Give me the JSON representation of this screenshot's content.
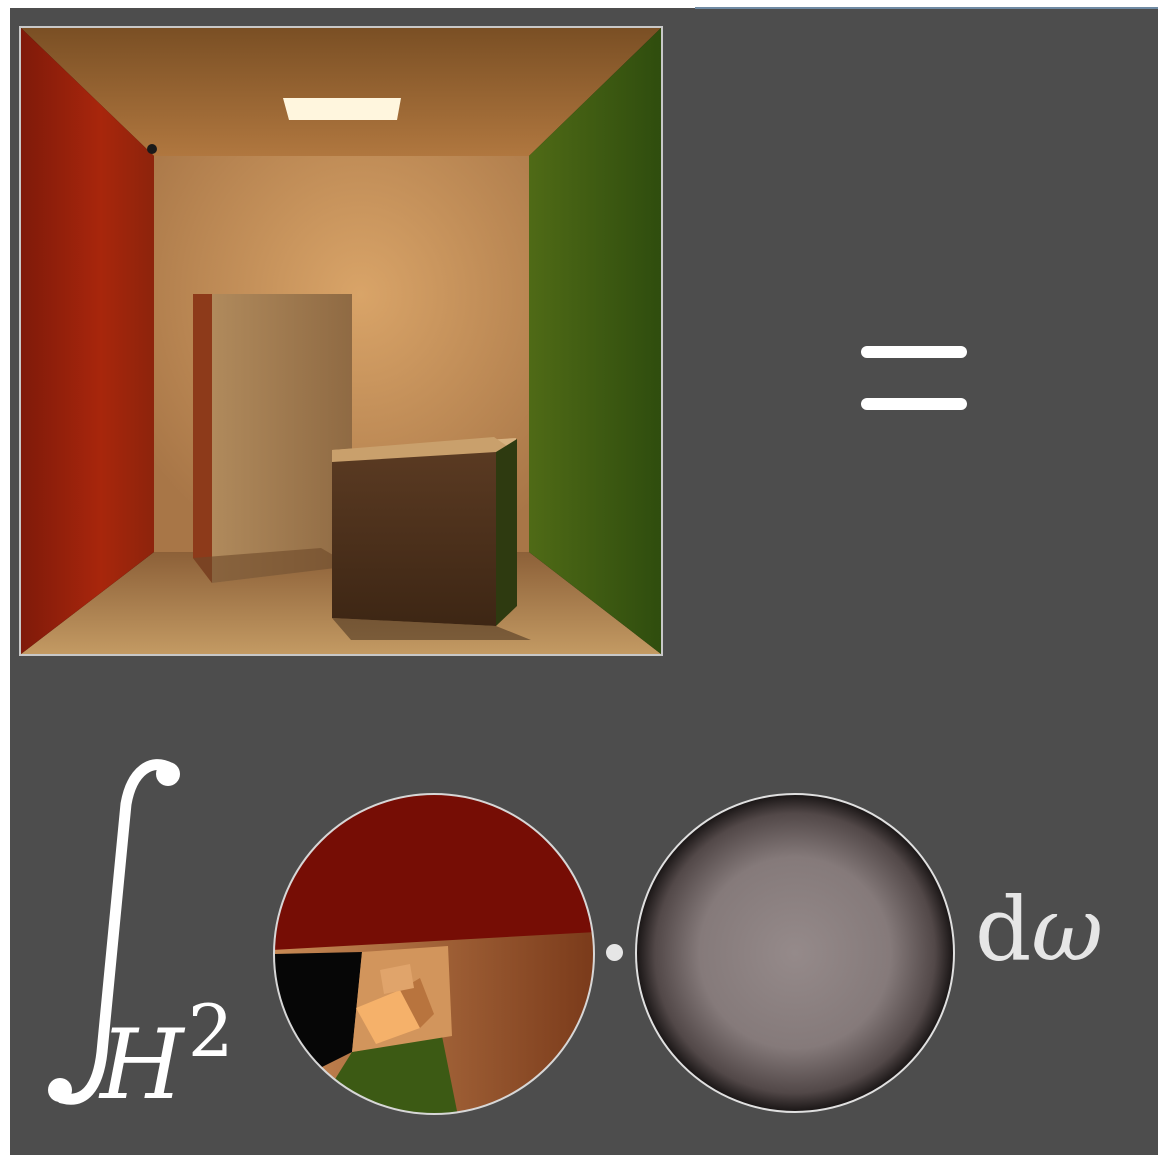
{
  "equation": {
    "equals_symbol": "=",
    "integral_domain": {
      "letter": "H",
      "superscript": "2"
    },
    "product_operator": "·",
    "measure": {
      "d": "d",
      "omega": "ω"
    }
  },
  "colors": {
    "background": "#4d4d4d",
    "red_wall": "#a01e0a",
    "green_wall": "#3f6212",
    "warm_interior": "#c8965a",
    "light": "#ffffff",
    "cosine_lobe": "#9a8e8e"
  },
  "icons": {
    "scene": "cornell-box-render",
    "incoming_radiance": "hemisphere-radiance-view",
    "cosine_weight": "cosine-lobe-sphere"
  }
}
